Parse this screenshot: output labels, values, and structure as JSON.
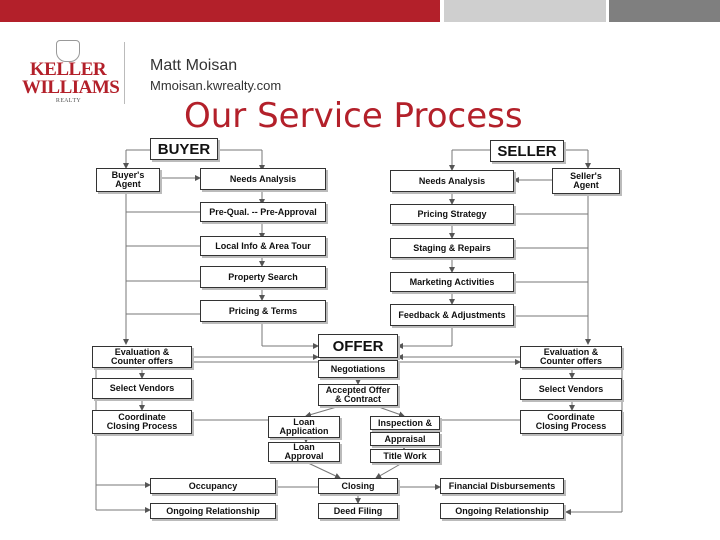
{
  "colors": {
    "brand_red": "#b3202a",
    "bar_gray": "#cfcfcf",
    "bar_dark": "#7f7f7f"
  },
  "logo": {
    "line1": "KELLER",
    "line2": "WILLIAMS",
    "line3": "R E A L T Y"
  },
  "agent": {
    "name": "Matt Moisan",
    "url": "Mmoisan.kwrealty.com"
  },
  "slide": {
    "title": "Our Service Process"
  },
  "diagram": {
    "buyer": "BUYER",
    "seller": "SELLER",
    "buyers_agent": "Buyer's\nAgent",
    "sellers_agent": "Seller's\nAgent",
    "buyer_steps": [
      "Needs Analysis",
      "Pre-Qual. -- Pre-Approval",
      "Local Info & Area Tour",
      "Property Search",
      "Pricing & Terms"
    ],
    "seller_steps": [
      "Needs Analysis",
      "Pricing Strategy",
      "Staging & Repairs",
      "Marketing Activities",
      "Feedback & Adjustments"
    ],
    "offer": "OFFER",
    "negotiations": "Negotiations",
    "accepted_offer": "Accepted Offer\n& Contract",
    "buyer_side": [
      "Evaluation &\nCounter offers",
      "Select Vendors",
      "Coordinate\nClosing Process"
    ],
    "seller_side": [
      "Evaluation &\nCounter offers",
      "Select Vendors",
      "Coordinate\nClosing Process"
    ],
    "loan_application": "Loan\nApplication",
    "loan_approval": "Loan\nApproval",
    "inspection": "Inspection &",
    "appraisal": "Appraisal",
    "title_work": "Title Work",
    "occupancy": "Occupancy",
    "closing": "Closing",
    "financial_disbursements": "Financial Disbursements",
    "ongoing_left": "Ongoing Relationship",
    "deed_filing": "Deed Filing",
    "ongoing_right": "Ongoing Relationship"
  }
}
